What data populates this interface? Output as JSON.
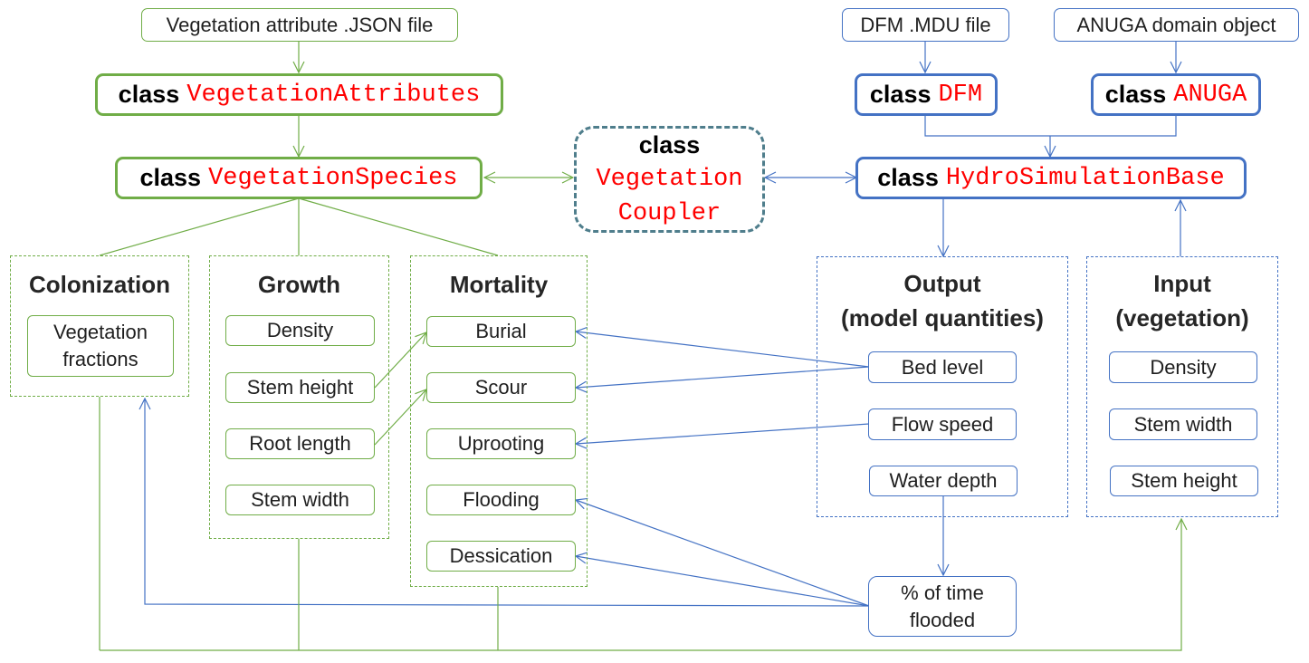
{
  "inputs": {
    "veg_json": "Vegetation attribute .JSON file",
    "dfm_mdu": "DFM .MDU file",
    "anuga_domain": "ANUGA domain object"
  },
  "classes": {
    "keyword": "class",
    "veg_attributes": "VegetationAttributes",
    "veg_species": "VegetationSpecies",
    "coupler_line1": "Vegetation",
    "coupler_line2": "Coupler",
    "dfm": "DFM",
    "anuga": "ANUGA",
    "hydro_base": "HydroSimulationBase"
  },
  "groups": {
    "colonization": {
      "title": "Colonization",
      "items": [
        "Vegetation fractions"
      ]
    },
    "growth": {
      "title": "Growth",
      "items": [
        "Density",
        "Stem height",
        "Root length",
        "Stem width"
      ]
    },
    "mortality": {
      "title": "Mortality",
      "items": [
        "Burial",
        "Scour",
        "Uprooting",
        "Flooding",
        "Dessication"
      ]
    },
    "output": {
      "title_line1": "Output",
      "title_line2": "(model quantities)",
      "items": [
        "Bed level",
        "Flow speed",
        "Water depth"
      ]
    },
    "input": {
      "title_line1": "Input",
      "title_line2": "(vegetation)",
      "items": [
        "Density",
        "Stem width",
        "Stem height"
      ]
    }
  },
  "derived": {
    "time_flooded_line1": "% of time",
    "time_flooded_line2": "flooded"
  },
  "colors": {
    "vegetation_green": "#70ad47",
    "hydro_blue": "#4472c4",
    "class_name_red": "#ff0000",
    "coupler_border": "#4f7e8c"
  }
}
